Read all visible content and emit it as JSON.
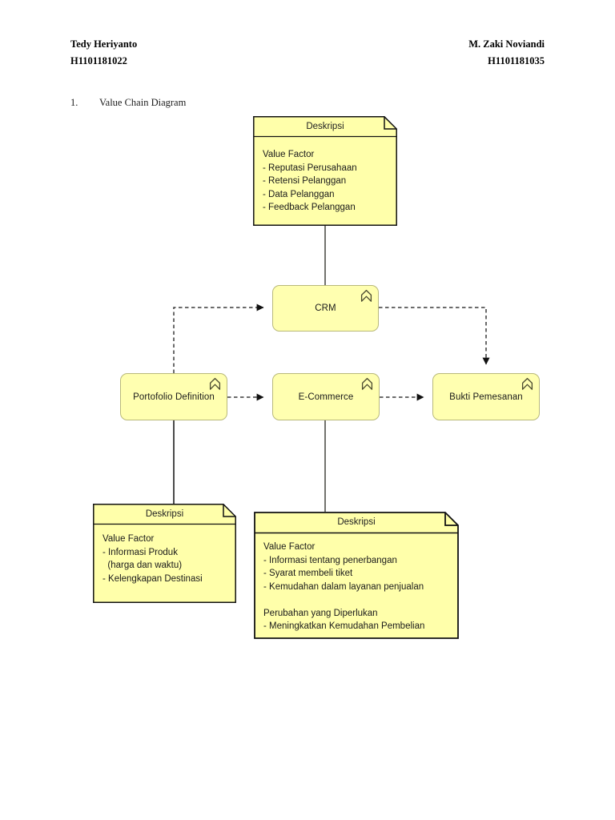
{
  "header": {
    "left_name": "Tedy Heriyanto",
    "left_id": "H1101181022",
    "right_name": "M. Zaki Noviandi",
    "right_id": "H1101181035"
  },
  "section": {
    "number": "1.",
    "title": "Value Chain Diagram"
  },
  "palette": {
    "node_fill": "#ffffb0",
    "node_stroke": "#b9b97a",
    "note_fill": "#ffffaa",
    "note_stroke": "#111111",
    "connector_solid": "#5a5a55",
    "connector_solid_dark": "#1a1a1a",
    "connector_dashed": "#3a3a3a",
    "text": "#1a1a1a"
  },
  "diagram": {
    "type": "value-chain",
    "nodes": [
      {
        "id": "crm",
        "label": "CRM",
        "icon": "business-process-icon"
      },
      {
        "id": "portofolio",
        "label": "Portofolio Definition",
        "icon": "business-process-icon"
      },
      {
        "id": "ecommerce",
        "label": "E-Commerce",
        "icon": "business-process-icon"
      },
      {
        "id": "bukti",
        "label": "Bukti Pemesanan",
        "icon": "business-process-icon"
      }
    ],
    "notes": [
      {
        "id": "note-crm",
        "title": "Deskripsi",
        "attached_to": "crm",
        "text": "Value Factor\n- Reputasi Perusahaan\n- Retensi Pelanggan\n- Data Pelanggan\n- Feedback Pelanggan"
      },
      {
        "id": "note-portofolio",
        "title": "Deskripsi",
        "attached_to": "portofolio",
        "text": "Value Factor\n- Informasi Produk\n  (harga dan waktu)\n- Kelengkapan Destinasi"
      },
      {
        "id": "note-ecommerce",
        "title": "Deskripsi",
        "attached_to": "ecommerce",
        "text": "Value Factor\n- Informasi tentang penerbangan\n- Syarat membeli tiket\n- Kemudahan dalam layanan penjualan\n\nPerubahan yang Diperlukan\n- Meningkatkan Kemudahan Pembelian"
      }
    ],
    "edges": [
      {
        "from": "note-crm",
        "to": "crm",
        "style": "solid",
        "arrow": "none"
      },
      {
        "from": "portofolio",
        "to": "crm",
        "style": "dashed",
        "arrow": "right"
      },
      {
        "from": "crm",
        "to": "bukti",
        "style": "dashed",
        "arrow": "down"
      },
      {
        "from": "portofolio",
        "to": "ecommerce",
        "style": "dashed",
        "arrow": "right"
      },
      {
        "from": "ecommerce",
        "to": "bukti",
        "style": "dashed",
        "arrow": "right"
      },
      {
        "from": "portofolio",
        "to": "note-portofolio",
        "style": "solid",
        "arrow": "none"
      },
      {
        "from": "ecommerce",
        "to": "note-ecommerce",
        "style": "solid",
        "arrow": "none"
      }
    ]
  }
}
